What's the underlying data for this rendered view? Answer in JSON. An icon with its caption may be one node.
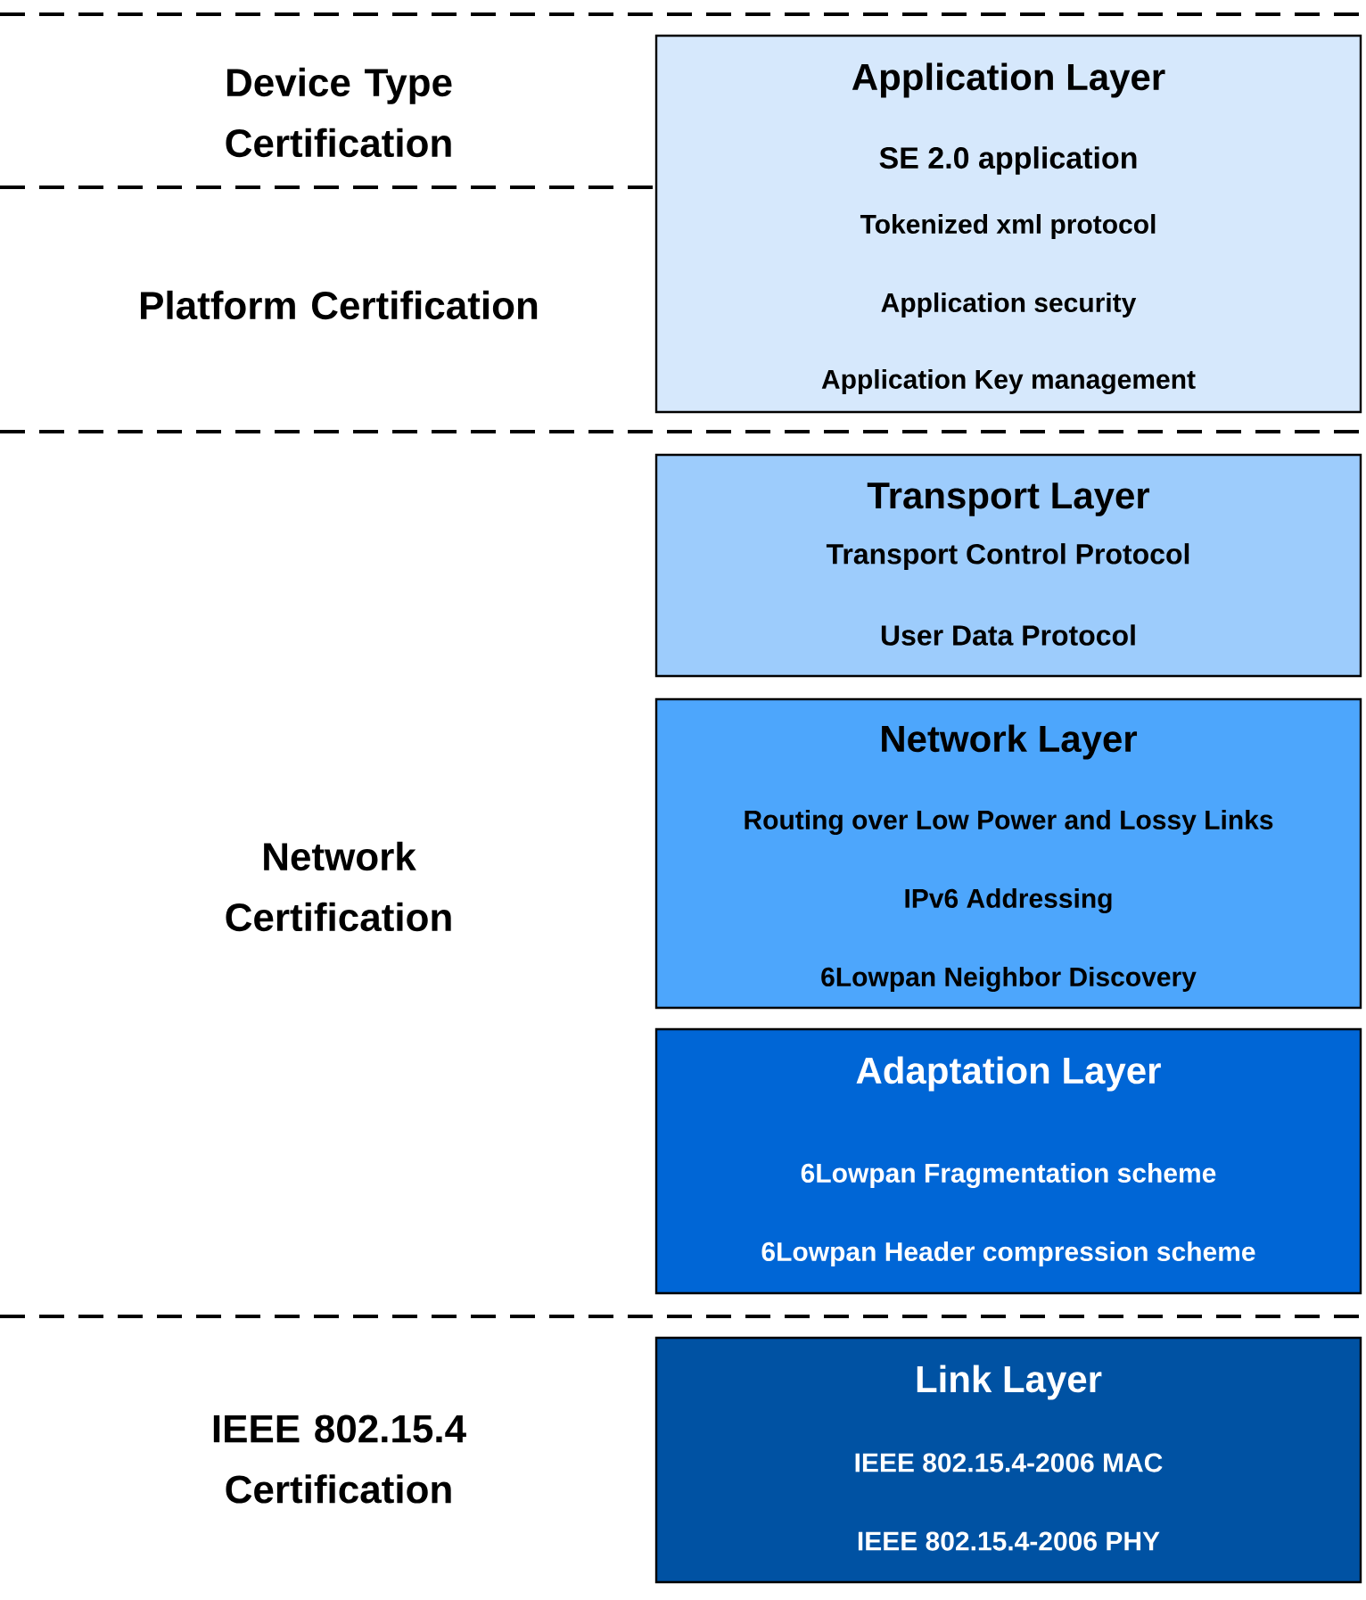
{
  "diagram": {
    "nodes": [
      {
        "text": [
          "Application Layer",
          "SE 2.0 application",
          "Tokenized xml protocol",
          "Application security",
          "Application Key management"
        ]
      },
      {
        "text": [
          "Transport Layer",
          "Transport Control Protocol",
          "User Data Protocol"
        ]
      },
      {
        "text": [
          "Network Layer",
          "Routing over Low Power and Lossy Links",
          "IPv6 Addressing",
          "6Lowpan Neighbor Discovery"
        ]
      },
      {
        "text": [
          "Adaptation Layer",
          "6Lowpan Fragmentation scheme",
          "6Lowpan Header compression scheme"
        ]
      },
      {
        "text": [
          "Link Layer",
          "IEEE 802.15.4-2006 MAC",
          "IEEE 802.15.4-2006 PHY"
        ]
      }
    ],
    "labels": [
      "Device Type Certification",
      "Platform Certification",
      "Network Certification",
      "IEEE 802.15.4 Certification"
    ]
  }
}
